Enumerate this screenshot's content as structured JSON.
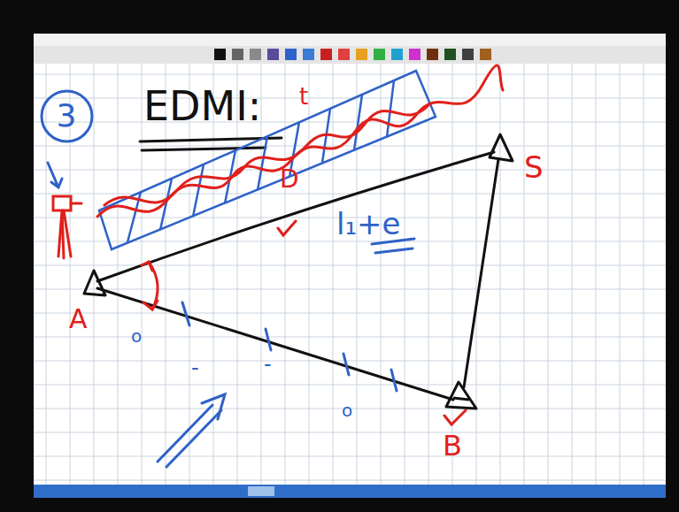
{
  "diagram": {
    "title": "EDMI:",
    "nodes": [
      {
        "text": [
          "3"
        ]
      }
    ],
    "labels": [
      "t",
      "D",
      "l₁+e",
      "S",
      "A",
      "o",
      "-",
      "-",
      "o",
      "B"
    ]
  }
}
